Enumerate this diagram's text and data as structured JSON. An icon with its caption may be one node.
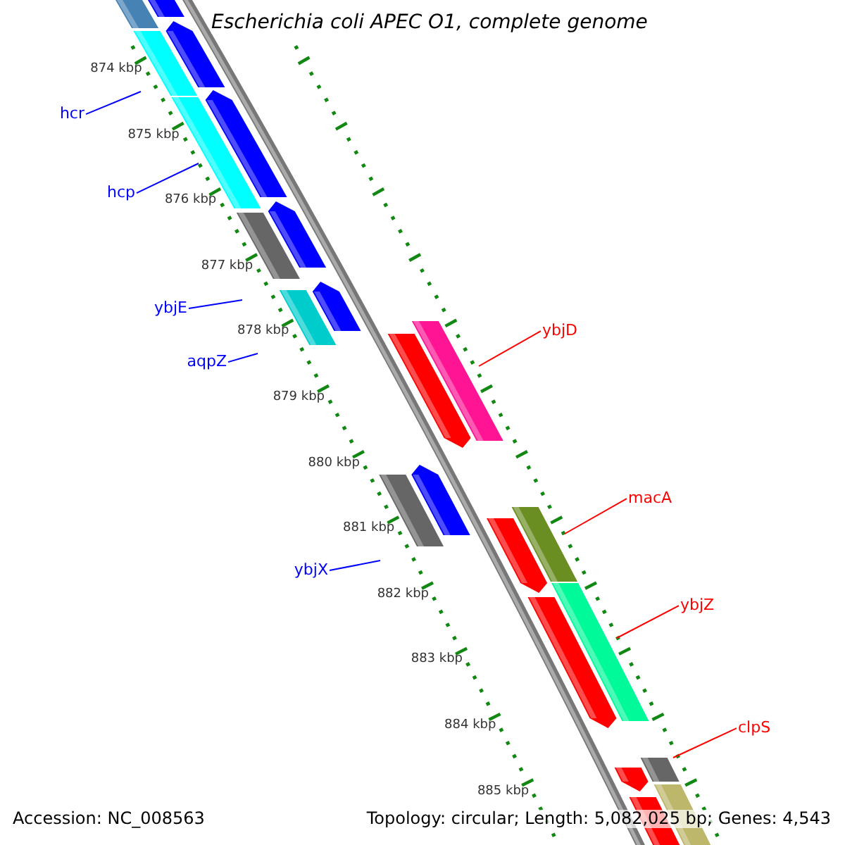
{
  "diagram": {
    "title": "Escherichia coli APEC O1, complete genome",
    "nodes": [
      {
        "text": [
          "hcr"
        ]
      },
      {
        "text": [
          "hcp"
        ]
      },
      {
        "text": [
          "ybjE"
        ]
      },
      {
        "text": [
          "aqpZ"
        ]
      },
      {
        "text": [
          "ybjX"
        ]
      },
      {
        "text": [
          "ybjD"
        ]
      },
      {
        "text": [
          "macA"
        ]
      },
      {
        "text": [
          "ybjZ"
        ]
      },
      {
        "text": [
          "clpS"
        ]
      }
    ],
    "edges": [
      {
        "from": 0,
        "to": null,
        "arrow": "none"
      },
      {
        "from": 1,
        "to": null,
        "arrow": "none"
      },
      {
        "from": 2,
        "to": null,
        "arrow": "none"
      },
      {
        "from": 3,
        "to": null,
        "arrow": "none"
      },
      {
        "from": 4,
        "to": null,
        "arrow": "none"
      },
      {
        "from": 5,
        "to": null,
        "arrow": "none",
        "color": "#ff0000"
      },
      {
        "from": 6,
        "to": null,
        "arrow": "none",
        "color": "#ff0000"
      },
      {
        "from": 7,
        "to": null,
        "arrow": "none",
        "color": "#ff0000"
      },
      {
        "from": 8,
        "to": null,
        "arrow": "none",
        "color": "#ff0000"
      }
    ],
    "labels": [
      "874 kbp",
      "875 kbp",
      "876 kbp",
      "877 kbp",
      "878 kbp",
      "879 kbp",
      "880 kbp",
      "881 kbp",
      "882 kbp",
      "883 kbp",
      "884 kbp",
      "885 kbp",
      "Accession: NC_008563",
      "Topology: circular; Length: 5,082,025 bp; Genes: 4,543"
    ]
  }
}
